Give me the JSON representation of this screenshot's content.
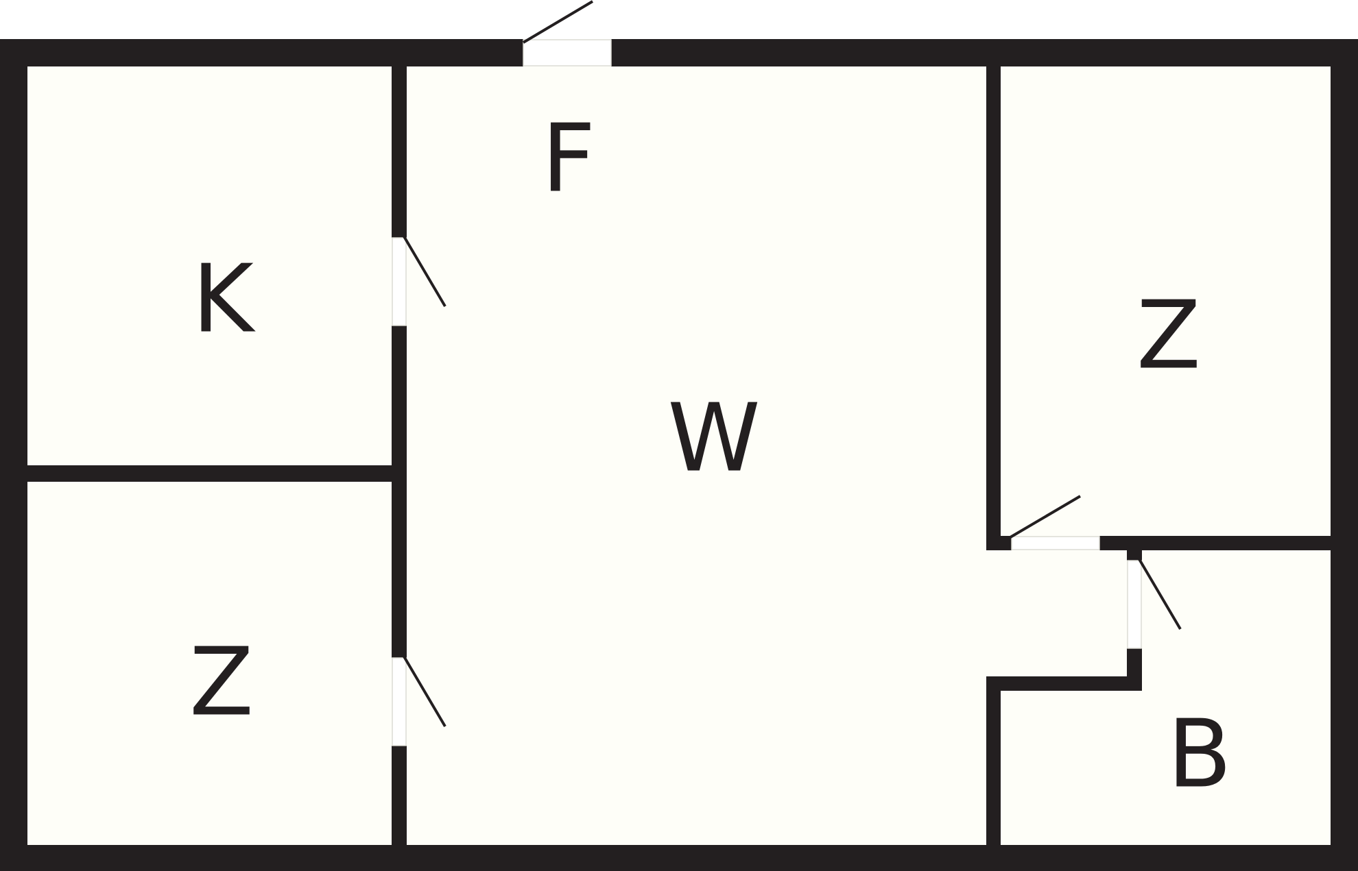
{
  "colors": {
    "wall": "#231f20",
    "floor": "#fefef8",
    "background": "#ffffff"
  },
  "rooms": {
    "kitchen": {
      "label": "K"
    },
    "bedroom_left": {
      "label": "Z"
    },
    "hall": {
      "label": "F"
    },
    "living": {
      "label": "W"
    },
    "bedroom_right": {
      "label": "Z"
    },
    "bathroom": {
      "label": "B"
    }
  }
}
